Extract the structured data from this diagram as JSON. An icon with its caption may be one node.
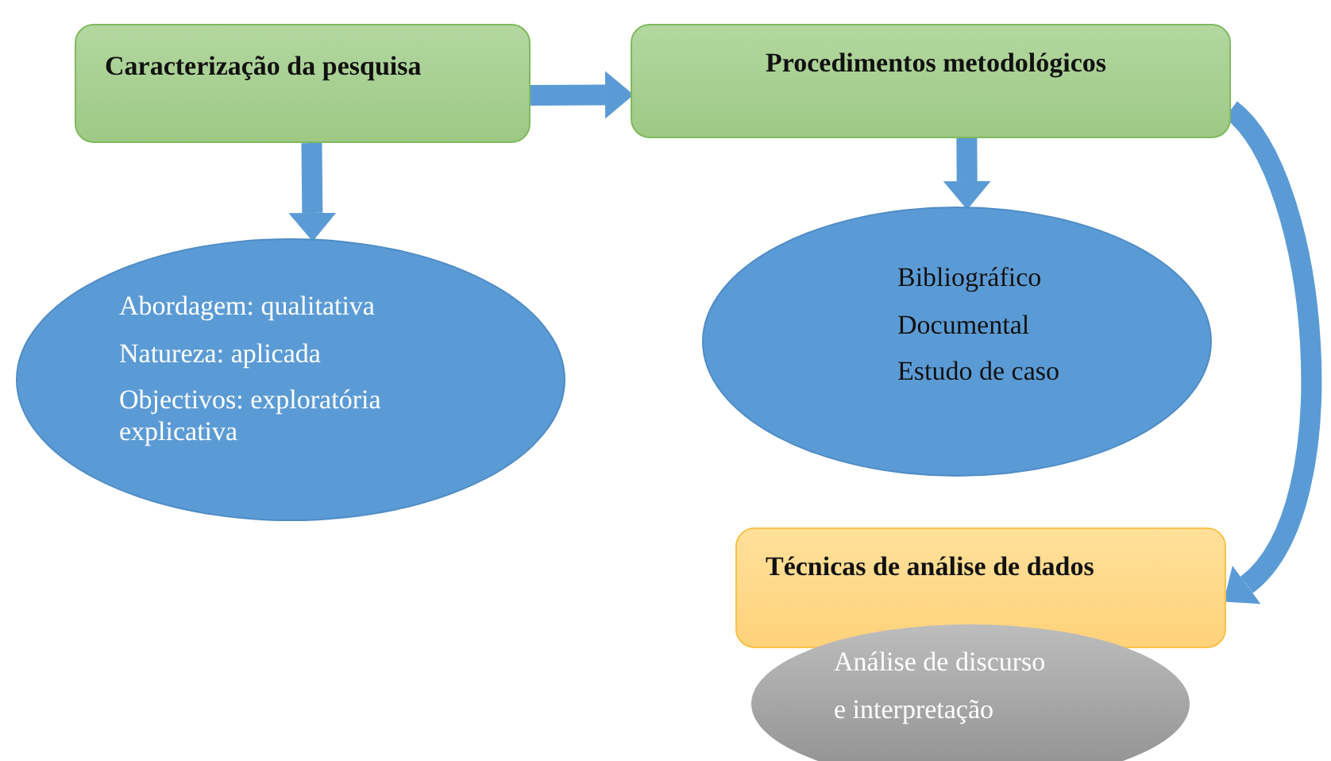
{
  "diagram": {
    "nodes": [
      {
        "text": [
          "Caracterização da pesquisa"
        ]
      },
      {
        "text": [
          "Procedimentos metodológicos"
        ]
      },
      {
        "text": [
          "Abordagem: qualitativa",
          "Natureza: aplicada",
          "Objectivos:  exploratória explicativa"
        ]
      },
      {
        "text": [
          "Bibliográfico",
          "Documental",
          "Estudo de caso"
        ]
      },
      {
        "text": [
          "Técnicas de análise de dados"
        ]
      },
      {
        "text": [
          "Análise de discurso",
          "e interpretação"
        ]
      }
    ],
    "edges": [
      {
        "from": 0,
        "to": 1,
        "arrow": "to"
      },
      {
        "from": 0,
        "to": 2,
        "arrow": "to"
      },
      {
        "from": 1,
        "to": 3,
        "arrow": "to"
      },
      {
        "from": 1,
        "to": 4,
        "arrow": "to"
      }
    ]
  }
}
